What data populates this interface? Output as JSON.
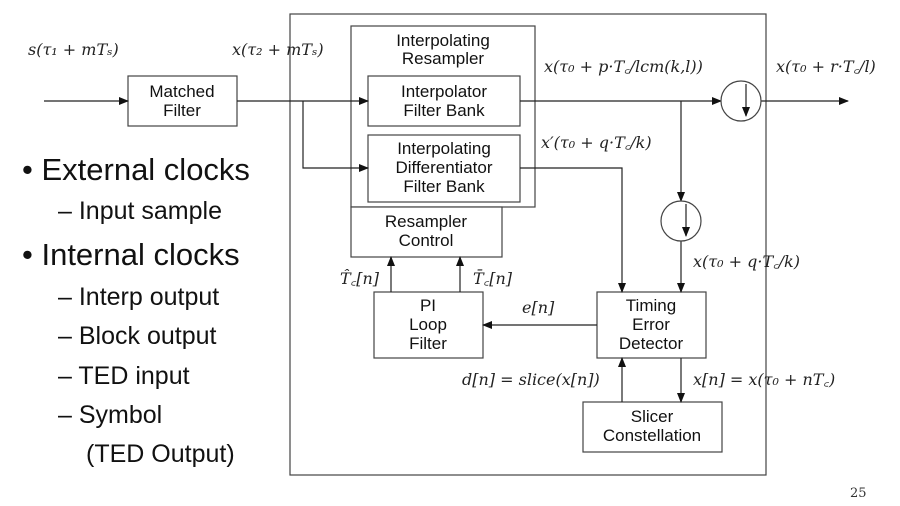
{
  "blocks": {
    "matched_filter": [
      "Matched",
      "Filter"
    ],
    "interp_resampler": [
      "Interpolating",
      "Resampler"
    ],
    "interp_filter_bank": [
      "Interpolator",
      "Filter Bank"
    ],
    "diff_filter_bank": [
      "Interpolating",
      "Differentiator",
      "Filter Bank"
    ],
    "resampler_control": [
      "Resampler",
      "Control"
    ],
    "pi_loop_filter": [
      "PI",
      "Loop",
      "Filter"
    ],
    "ted": [
      "Timing",
      "Error",
      "Detector"
    ],
    "slicer": [
      "Slicer",
      "Constellation"
    ]
  },
  "signals": {
    "input": "s(τ₁ + mTₛ)",
    "mf_out": "x(τ₂ + mTₛ)",
    "interp_out": "x(τ₀ + p·T꜀/lcm(k,l))",
    "diff_out": "x′(τ₀ + q·T꜀/k)",
    "final_out": "x(τ₀ + r·T꜀/l)",
    "ted_in": "x(τ₀ + q·T꜀/k)",
    "tc_hat": "T̂꜀[n]",
    "tc_bar": "T̄꜀[n]",
    "error": "e[n]",
    "decision": "d[n] = slice(x[n])",
    "symbol": "x[n] = x(τ₀ + nT꜀)"
  },
  "bullets": [
    {
      "text": "External clocks",
      "subs": [
        "Input sample"
      ]
    },
    {
      "text": "Internal clocks",
      "subs": [
        "Interp output",
        "Block output",
        "TED input",
        "Symbol",
        "(TED Output)"
      ]
    }
  ],
  "icons": {
    "downsampler": "down-arrow-in-circle"
  },
  "page_number": "25"
}
